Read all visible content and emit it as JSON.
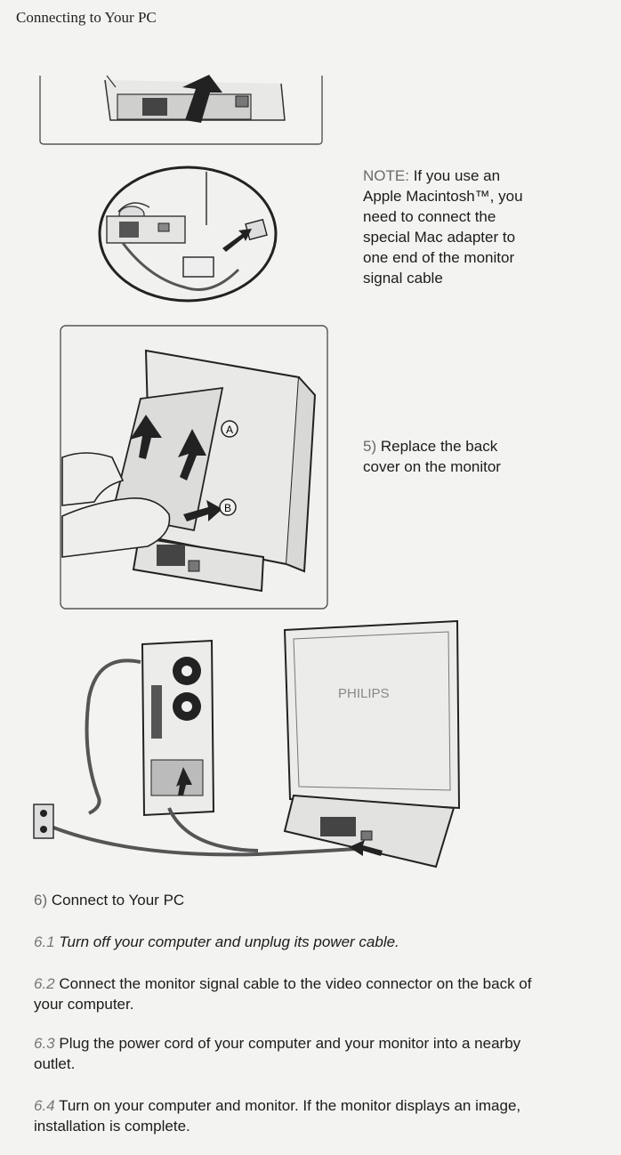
{
  "header": {
    "title": "Connecting to Your PC"
  },
  "note": {
    "label": "NOTE:",
    "text": "If you use an Apple Macintosh™, you need to connect the special Mac adapter to one end of the monitor signal cable"
  },
  "step5": {
    "number": "5)",
    "text": "Replace the back cover on the monitor"
  },
  "figure_labels": {
    "a": "A",
    "b": "B",
    "brand": "PHILIPS"
  },
  "step6": {
    "number": "6)",
    "title": "Connect to Your PC",
    "substeps": [
      {
        "num": "6.1",
        "text_italic": "Turn off your computer and unplug its power cable."
      },
      {
        "num": "6.2",
        "text": "Connect the monitor signal cable to the video connector on the back of your computer."
      },
      {
        "num": "6.3",
        "text": "Plug the power cord of your computer and your monitor into a nearby outlet."
      },
      {
        "num": "6.4",
        "text": "Turn on your computer and monitor. If the monitor displays an image, installation is complete."
      }
    ]
  }
}
